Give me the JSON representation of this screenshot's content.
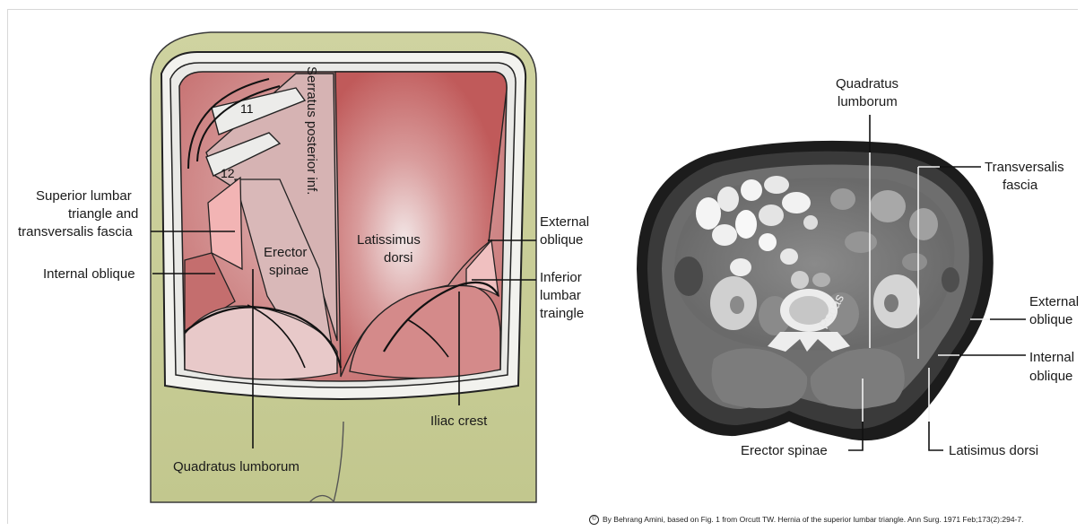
{
  "left_panel": {
    "labels": {
      "rib_11": "11",
      "rib_12": "12",
      "serratus": "Serratus posterior inf.",
      "latissimus_1": "Latissimus",
      "latissimus_2": "dorsi",
      "erector_1": "Erector",
      "erector_2": "spinae",
      "superior_1": "Superior lumbar",
      "superior_2": "triangle and",
      "superior_3": "transversalis fascia",
      "internal_oblique": "Internal oblique",
      "quadratus": "Quadratus lumborum",
      "external_1": "External",
      "external_2": "oblique",
      "inferior_1": "Inferior",
      "inferior_2": "lumbar",
      "inferior_3": "traingle",
      "iliac": "Iliac crest"
    }
  },
  "right_panel": {
    "labels": {
      "quadratus_1": "Quadratus",
      "quadratus_2": "lumborum",
      "transversalis_1": "Transversalis",
      "transversalis_2": "fascia",
      "external_1": "External",
      "external_2": "oblique",
      "internal_1": "Internal",
      "internal_2": "oblique",
      "erector": "Erector spinae",
      "latisimus": "Latisimus dorsi",
      "psoas": "Psoas"
    }
  },
  "credit": {
    "icon": "cc-license-icon",
    "text": "By Behrang Amini, based on Fig. 1 from Orcutt TW. Hernia of the superior lumbar triangle. Ann Surg. 1971 Feb;173(2):294-7."
  }
}
